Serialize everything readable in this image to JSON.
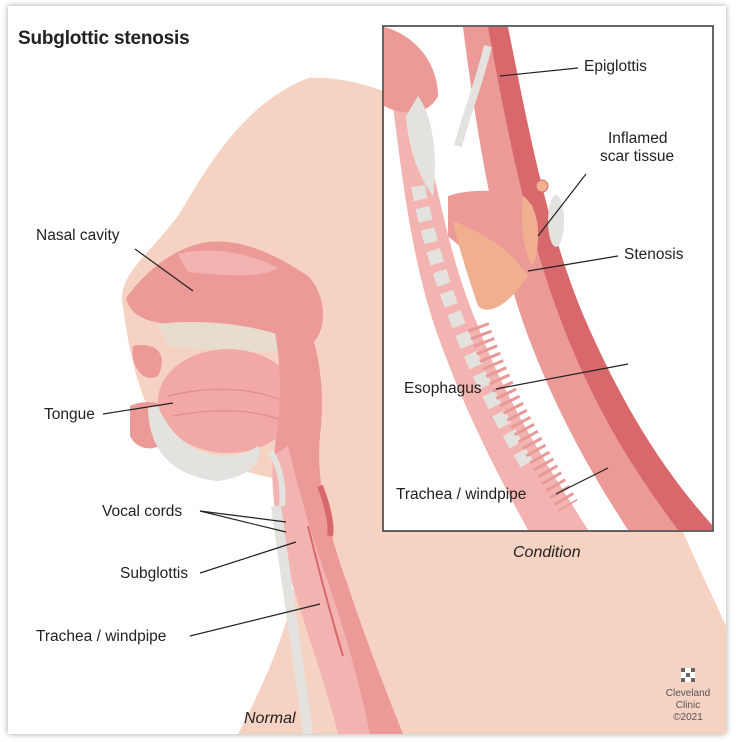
{
  "title": "Subglottic stenosis",
  "normal": {
    "caption": "Normal",
    "labels": {
      "nasal_cavity": "Nasal cavity",
      "tongue": "Tongue",
      "vocal_cords": "Vocal cords",
      "subglottis": "Subglottis",
      "trachea": "Trachea / windpipe"
    }
  },
  "condition": {
    "caption": "Condition",
    "labels": {
      "epiglottis": "Epiglottis",
      "inflamed_line1": "Inflamed",
      "inflamed_line2": "scar tissue",
      "stenosis": "Stenosis",
      "esophagus": "Esophagus",
      "trachea": "Trachea / windpipe"
    }
  },
  "logo": {
    "line1": "Cleveland",
    "line2": "Clinic",
    "line3": "©2021"
  },
  "colors": {
    "skin": "#f6d2c2",
    "tissue": "#ec9a98",
    "tissue_dark": "#d9686c",
    "mucosa": "#f3b3b0",
    "cartilage": "#e4e2de",
    "inflamed": "#f0b090"
  }
}
